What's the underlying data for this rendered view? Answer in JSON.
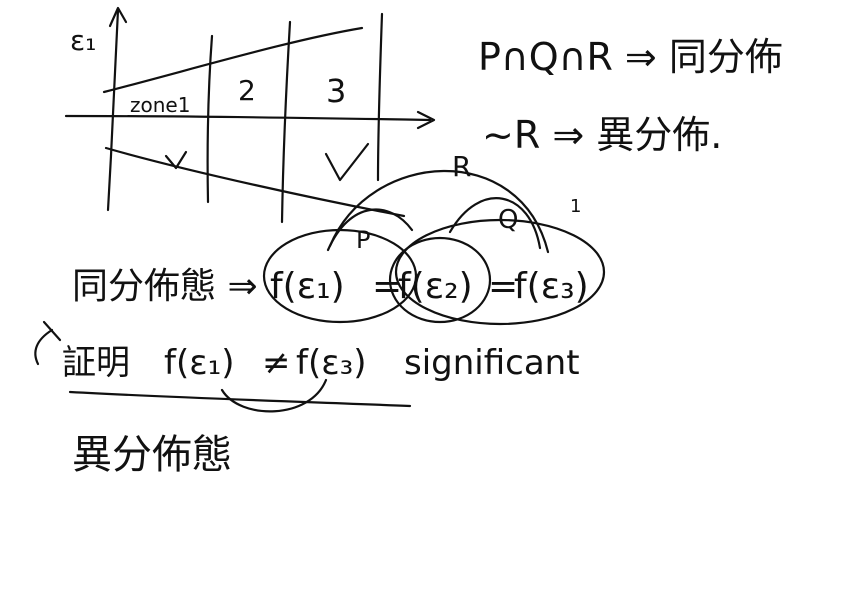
{
  "axis": {
    "label": "ε₁"
  },
  "zones": {
    "zone1": "zone1",
    "zone2": "2",
    "zone3": "3"
  },
  "rules": {
    "line1": "P∩Q∩R ⇒ 同分佈",
    "line2": "~R ⇒ 異分佈."
  },
  "relations": {
    "p": "P",
    "q": "Q",
    "r": "R",
    "tick": "1"
  },
  "equation": {
    "prefix": "同分佈態 ⇒",
    "f1": "f(ε₁)",
    "eq1": "=",
    "f2": "f(ε₂)",
    "eq2": "=",
    "f3": "f(ε₃)"
  },
  "proof": {
    "prefix": "証明",
    "f1": "f(ε₁)",
    "neq": "≠",
    "f3": "f(ε₃)",
    "suffix": "significant"
  },
  "conclusion": {
    "text": "異分佈態"
  }
}
